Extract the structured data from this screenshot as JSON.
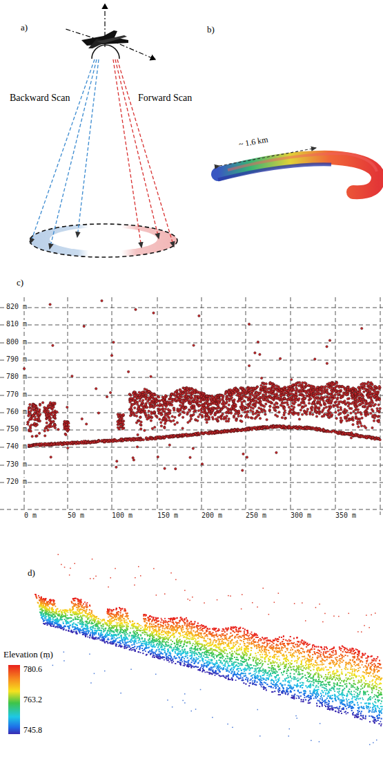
{
  "diagram": {
    "labels": [
      "a)",
      "Backward Scan",
      "Forward Scan",
      "b)",
      "~ 1.6 km",
      "c)",
      "820 m",
      "810 m",
      "800 m",
      "790 m",
      "780 m",
      "770 m",
      "760 m",
      "750 m",
      "740 m",
      "730 m",
      "720 m",
      "0 m",
      "50 m",
      "100 m",
      "150 m",
      "200 m",
      "250 m",
      "300 m",
      "350 m",
      "d)",
      "Elevation (m)",
      "780.6",
      "763.2",
      "745.8"
    ]
  }
}
